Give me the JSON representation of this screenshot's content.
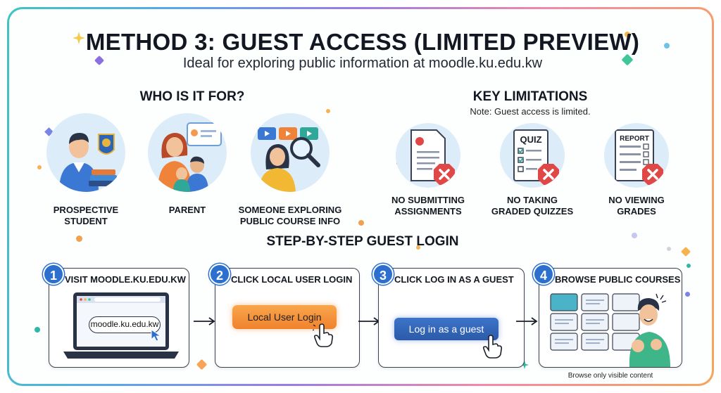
{
  "title": "METHOD 3: GUEST ACCESS (LIMITED PREVIEW)",
  "subtitle": "Ideal for exploring public information at moodle.ku.edu.kw",
  "who": {
    "heading": "WHO IS IT FOR?",
    "personas": [
      {
        "label_line1": "PROSPECTIVE",
        "label_line2": "STUDENT",
        "icon": "student-icon"
      },
      {
        "label_line1": "PARENT",
        "label_line2": "",
        "icon": "parent-icon"
      },
      {
        "label_line1": "SOMEONE EXPLORING",
        "label_line2": "PUBLIC COURSE INFO",
        "icon": "explorer-icon"
      }
    ]
  },
  "limits": {
    "heading": "KEY LIMITATIONS",
    "note": "Note: Guest access is limited.",
    "items": [
      {
        "label_line1": "NO SUBMITTING",
        "label_line2": "ASSIGNMENTS",
        "icon": "document-blocked-icon"
      },
      {
        "label_line1": "NO TAKING",
        "label_line2": "GRADED QUIZZES",
        "icon": "quiz-blocked-icon",
        "doc_text": "QUIZ"
      },
      {
        "label_line1": "NO VIEWING",
        "label_line2": "GRADES",
        "icon": "report-blocked-icon",
        "doc_text": "REPORT"
      }
    ]
  },
  "steps": {
    "heading": "STEP-BY-STEP GUEST LOGIN",
    "items": [
      {
        "number": "1",
        "title": "VISIT MOODLE.KU.EDU.KW",
        "url_text": "moodle.ku.edu.kw"
      },
      {
        "number": "2",
        "title": "CLICK LOCAL USER LOGIN",
        "button_text": "Local User Login"
      },
      {
        "number": "3",
        "title": "CLICK LOG IN AS A GUEST",
        "button_text": "Log in as a guest"
      },
      {
        "number": "4",
        "title": "BROWSE PUBLIC COURSES",
        "caption": "Browse only visible content"
      }
    ]
  },
  "colors": {
    "accent_blue": "#2d6fcf",
    "error_red": "#e04848",
    "orange": "#f0822e",
    "circle_bg": "#dcedf9"
  }
}
